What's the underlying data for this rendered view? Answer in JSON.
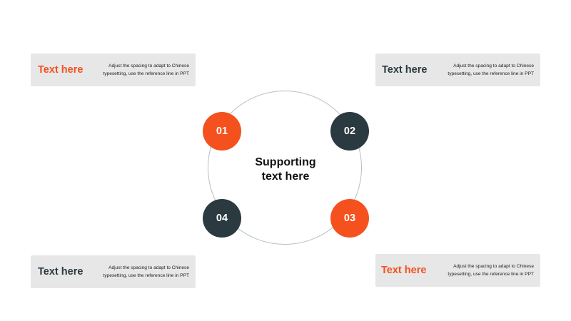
{
  "colors": {
    "accent": "#f4511e",
    "dark": "#2b3a40",
    "card_bg": "#e7e7e7",
    "ring": "#b3c1c5"
  },
  "center": {
    "line1": "Supporting",
    "line2": "text here"
  },
  "nodes": [
    {
      "label": "01",
      "color": "#f4511e"
    },
    {
      "label": "02",
      "color": "#2b3a40"
    },
    {
      "label": "03",
      "color": "#f4511e"
    },
    {
      "label": "04",
      "color": "#2b3a40"
    }
  ],
  "cards": [
    {
      "title": "Text here",
      "title_color": "#f4511e",
      "desc_line1": "Adjust the spacing to adapt to Chinese",
      "desc_line2": "typesetting, use the reference line in PPT"
    },
    {
      "title": "Text here",
      "title_color": "#2b3a40",
      "desc_line1": "Adjust the spacing to adapt to Chinese",
      "desc_line2": "typesetting, use the reference line in PPT"
    },
    {
      "title": "Text here",
      "title_color": "#2b3a40",
      "desc_line1": "Adjust the spacing to adapt to Chinese",
      "desc_line2": "typesetting, use the reference line in PPT"
    },
    {
      "title": "Text here",
      "title_color": "#f4511e",
      "desc_line1": "Adjust the spacing to adapt to Chinese",
      "desc_line2": "typesetting, use the reference line in PPT"
    }
  ]
}
